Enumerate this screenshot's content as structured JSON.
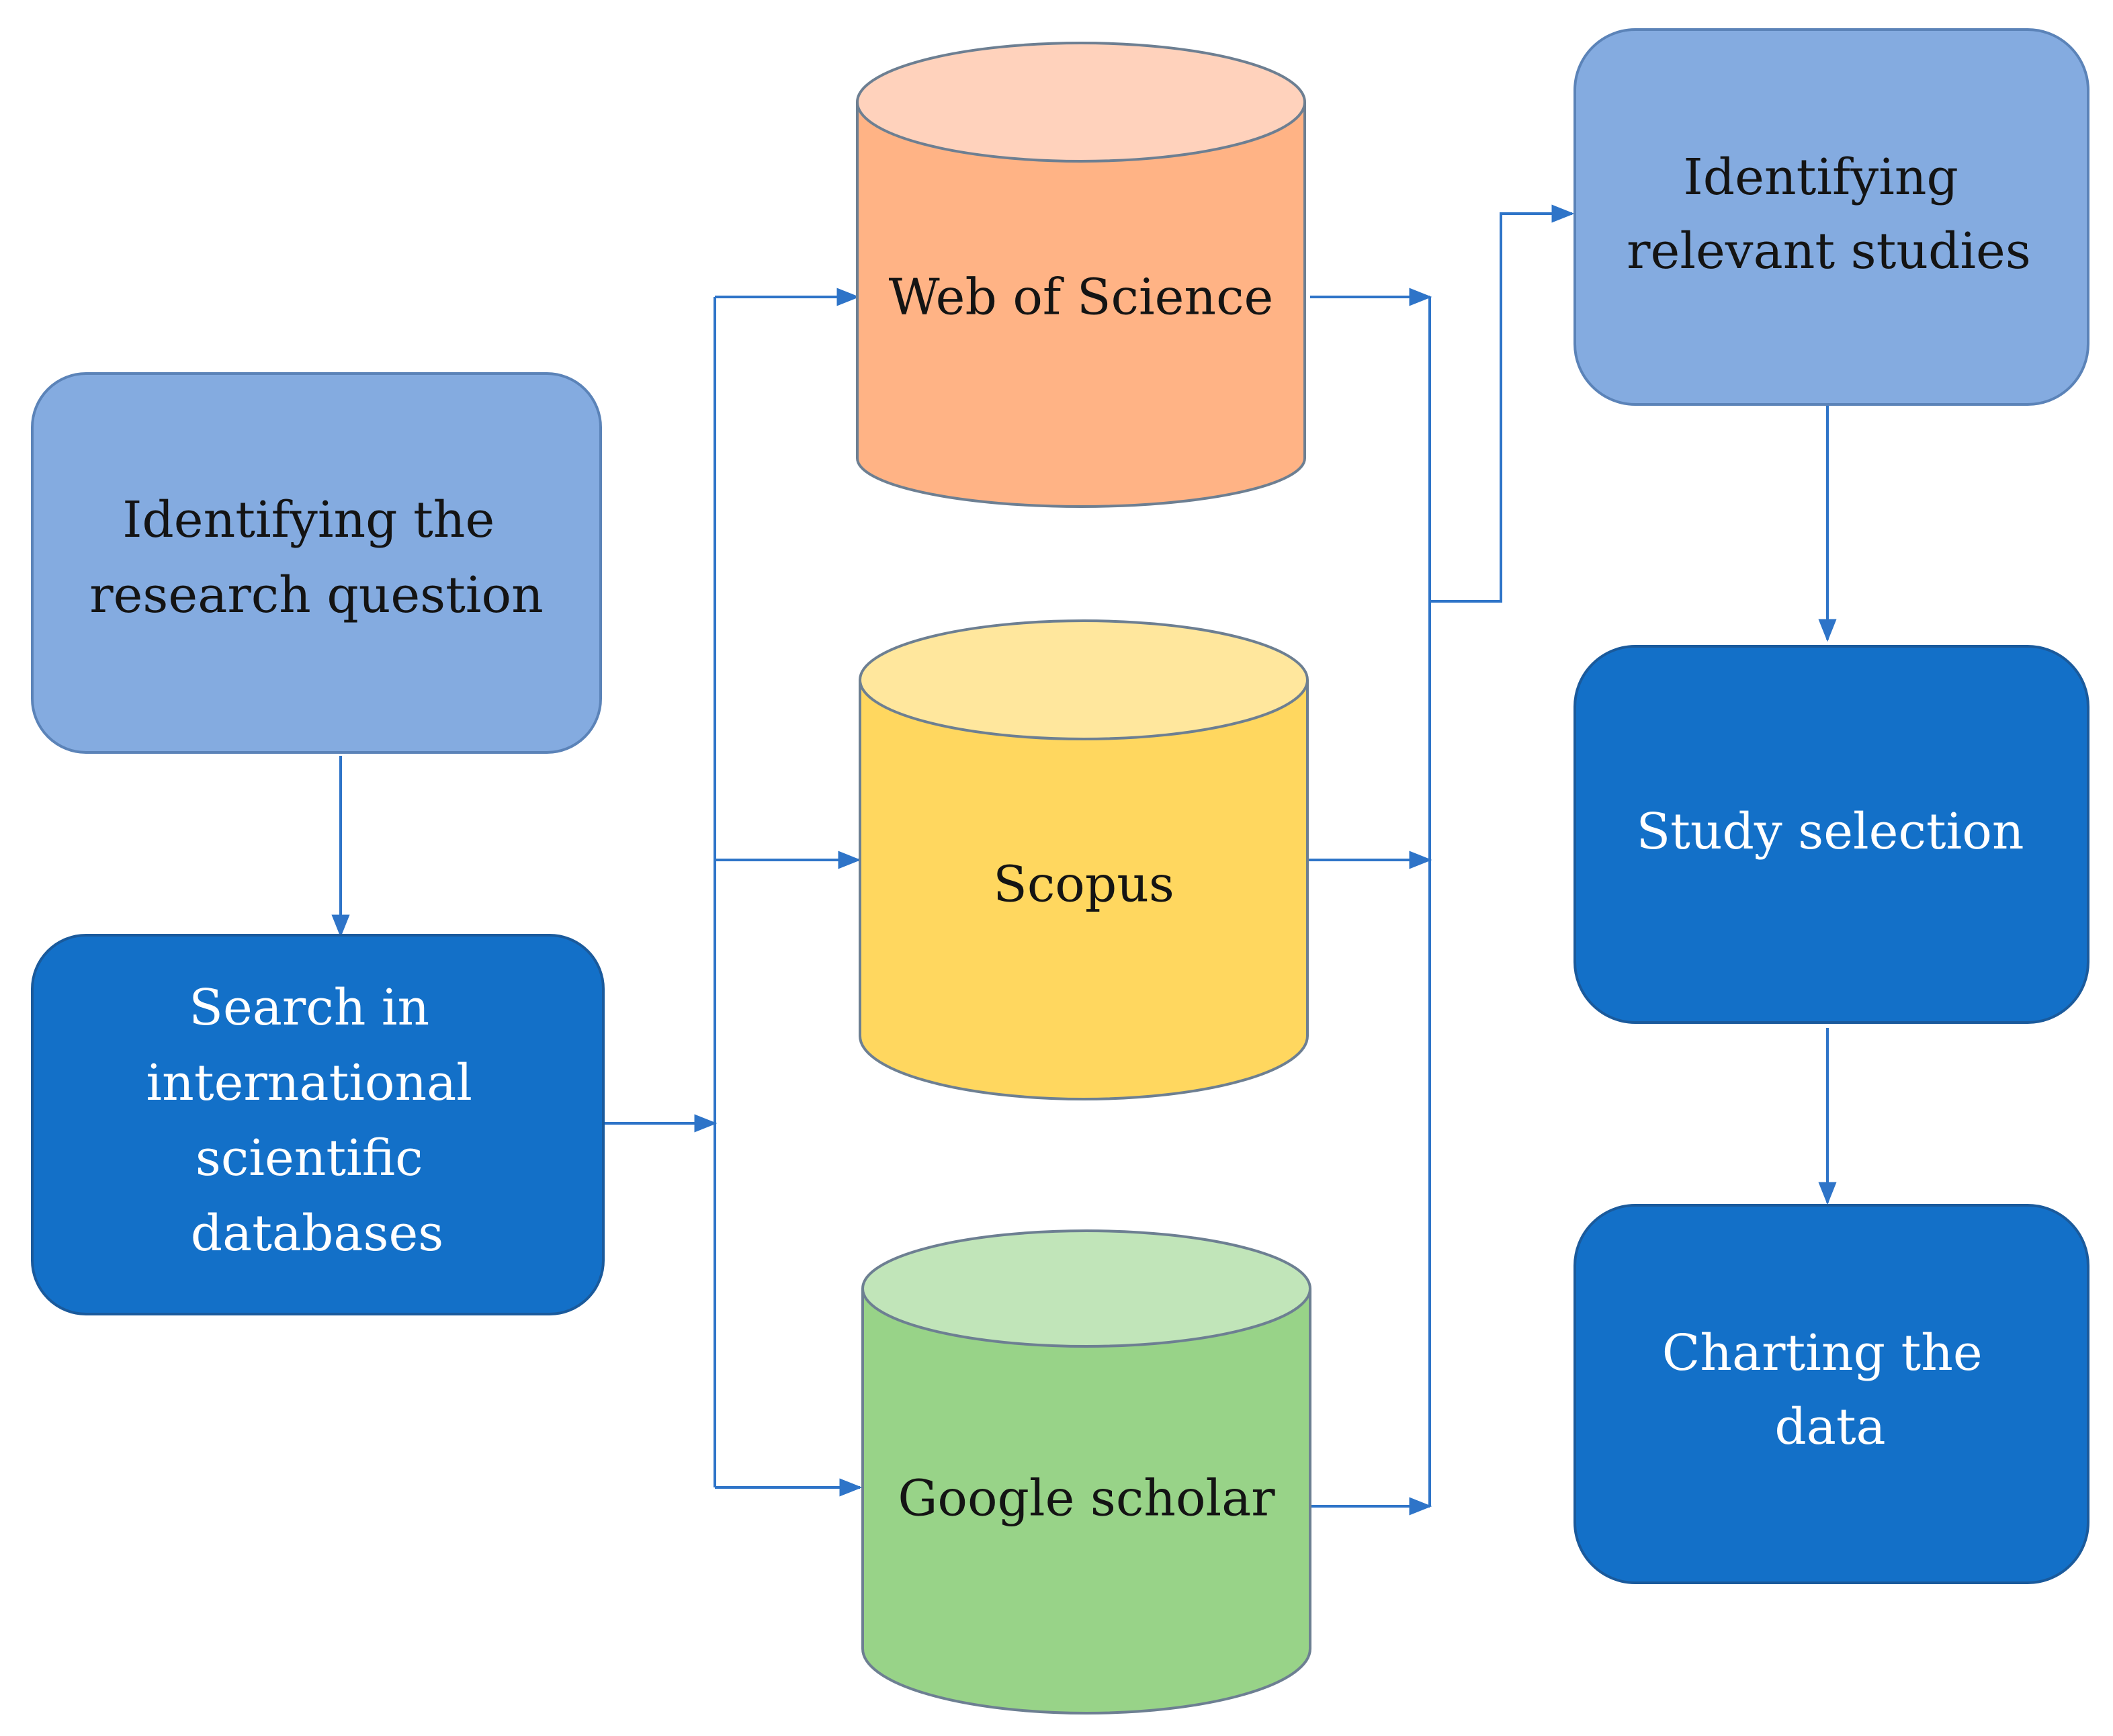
{
  "colors": {
    "light_box_fill": "#84ABE0",
    "light_box_stroke": "#5B83B8",
    "dark_box_fill": "#1370C8",
    "dark_box_stroke": "#1A5A9C",
    "connector": "#2E74C8",
    "wos_body": "#FFB385",
    "wos_top": "#FFD2BC",
    "wos_stroke": "#6D7F92",
    "scopus_body": "#FFD75F",
    "scopus_top": "#FFE79D",
    "scopus_stroke": "#6D7F92",
    "gs_body": "#98D388",
    "gs_top": "#C1E5B9",
    "gs_stroke": "#6D7F92"
  },
  "steps": {
    "research_question": [
      "Identifying the",
      "research question"
    ],
    "search_databases": [
      "Search in",
      "international",
      "scientific",
      "databases"
    ],
    "relevant_studies": [
      "Identifying",
      "relevant studies"
    ],
    "study_selection": [
      "Study selection"
    ],
    "charting": [
      "Charting the",
      "data"
    ]
  },
  "databases": {
    "web_of_science": "Web of Science",
    "scopus": "Scopus",
    "google_scholar": "Google scholar"
  }
}
